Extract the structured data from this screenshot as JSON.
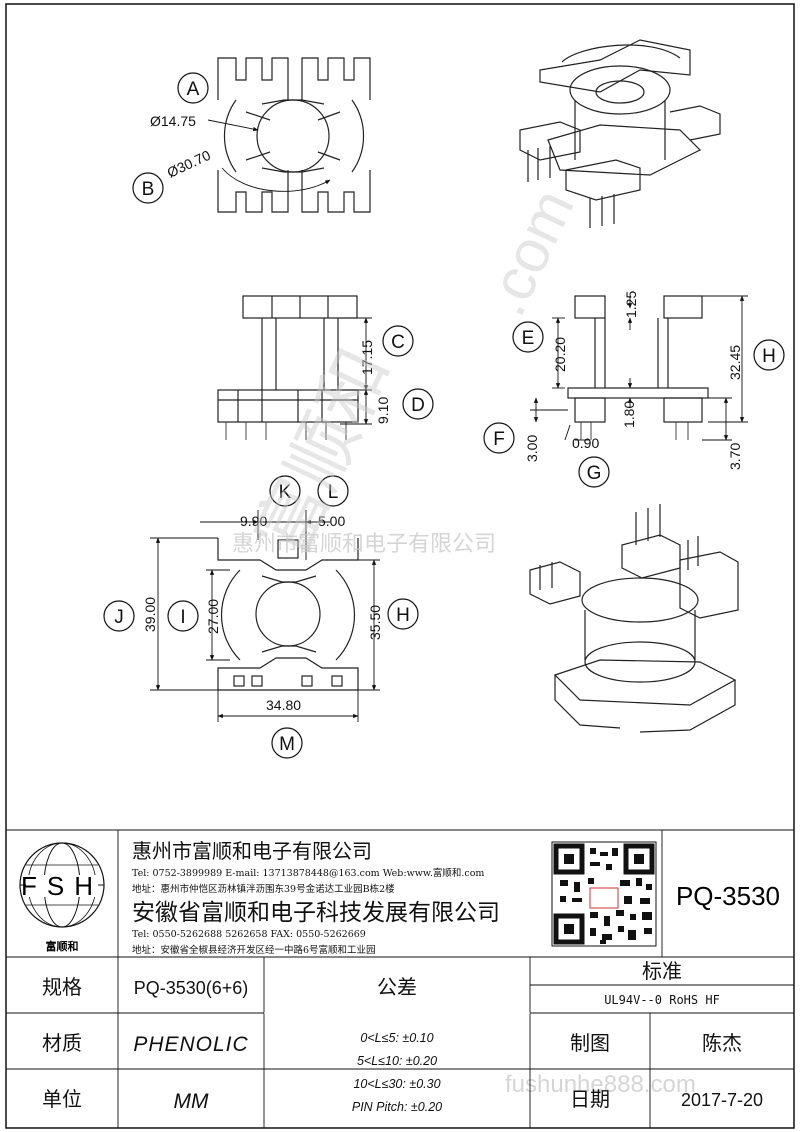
{
  "drawing": {
    "dimensions": {
      "dia_inner": "Ø14.75",
      "dia_outer": "Ø30.70",
      "d_17_15": "17.15",
      "d_9_10": "9.10",
      "d_1_25": "1.25",
      "d_20_20": "20.20",
      "d_32_45": "32.45",
      "d_1_80": "1.80",
      "d_3_00": "3.00",
      "d_0_90": "0.90",
      "d_3_70": "3.70",
      "d_9_90": "9.90",
      "d_5_00": "5.00",
      "d_39_00": "39.00",
      "d_27_00": "27.00",
      "d_35_50": "35.50",
      "d_34_80": "34.80"
    },
    "callouts": {
      "A": "A",
      "B": "B",
      "C": "C",
      "D": "D",
      "E": "E",
      "F": "F",
      "G": "G",
      "H": "H",
      "I": "I",
      "J": "J",
      "K": "K",
      "L": "L",
      "M": "M"
    },
    "watermarks": {
      "company_cn": "惠州市富顺和电子有限公司",
      "site": "fushunhe888.com",
      "diag_cn": "富顺和",
      "diag_com": ".com"
    }
  },
  "title_block": {
    "logo": {
      "letters": "FSH",
      "name_cn": "富顺和"
    },
    "company1": {
      "name": "惠州市富顺和电子有限公司",
      "contact": "Tel: 0752-3899989  E-mail: 13713878448@163.com  Web:www.富顺和.com",
      "address": "地址：惠州市仲恺区沥林镇泮沥围东39号金诺达工业园B栋2楼"
    },
    "company2": {
      "name": "安徽省富顺和电子科技发展有限公司",
      "contact": "Tel: 0550-5262688  5262658    FAX: 0550-5262669",
      "address": "地址：安徽省全椒县经济开发区经一中路6号富顺和工业园"
    },
    "part_number": "PQ-3530",
    "spec_label": "规格",
    "spec_value": "PQ-3530(6+6)",
    "tolerance_label": "公差",
    "standard_label": "标准",
    "standard_value": "UL94V--0  RoHS HF",
    "material_label": "材质",
    "material_value": "PHENOLIC",
    "drawn_label": "制图",
    "drawn_value": "陈杰",
    "unit_label": "单位",
    "unit_value": "MM",
    "date_label": "日期",
    "date_value": "2017-7-20",
    "tolerances": [
      "0<L≤5: ±0.10",
      "5<L≤10: ±0.20",
      "10<L≤30: ±0.30",
      "PIN Pitch: ±0.20"
    ]
  }
}
